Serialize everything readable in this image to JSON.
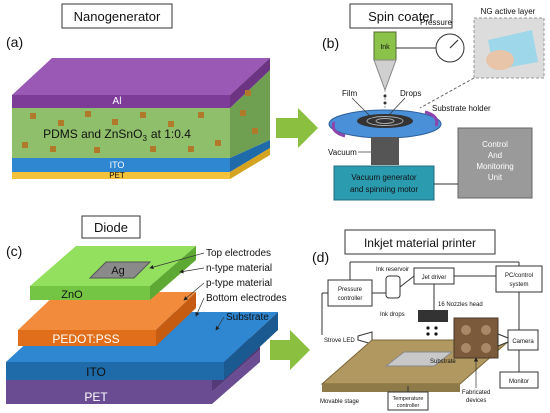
{
  "panel_a": {
    "header": "Nanogenerator",
    "tag": "(a)",
    "top_layer": "Al",
    "composite_main": "PDMS and ZnSnO",
    "composite_sub": "3",
    "composite_ratio": "at 1:0.4",
    "ito": "ITO",
    "pet": "PET"
  },
  "panel_b": {
    "header": "Spin coater",
    "tag": "(b)",
    "ink": "Ink",
    "pressure": "Pressure",
    "active_layer": "NG active layer",
    "film": "Film",
    "drops": "Drops",
    "substrate_holder": "Substrate holder",
    "vacuum": "Vacuum",
    "motor_line1": "Vacuum generator",
    "motor_line2": "and spinning motor",
    "control_line1": "Control",
    "control_line2": "And",
    "control_line3": "Monitoring",
    "control_line4": "Unit"
  },
  "panel_c": {
    "header": "Diode",
    "tag": "(c)",
    "ag": "Ag",
    "zno": "ZnO",
    "pedot": "PEDOT:PSS",
    "ito": "ITO",
    "pet": "PET",
    "labels": [
      "Top electrodes",
      "n-type material",
      "p-type material",
      "Bottom electrodes",
      "Substrate"
    ]
  },
  "panel_d": {
    "header": "Inkjet material printer",
    "tag": "(d)",
    "ink_reservoir": "Ink reservoir",
    "jet_driver": "Jet driver",
    "pc_line1": "PC/control",
    "pc_line2": "system",
    "pressure_line1": "Pressure",
    "pressure_line2": "controller",
    "nozzles": "16 Nozzles head",
    "ink_drops": "Ink drops",
    "strove_led": "Strove LED",
    "camera": "Camera",
    "substrate": "Substrate",
    "monitor": "Monitor",
    "movable_stage": "Movable stage",
    "temp_line1": "Temperature",
    "temp_line2": "controller",
    "fab_line1": "Fabricated",
    "fab_line2": "devices"
  },
  "colors": {
    "al": "#8e44ad",
    "composite": "#8fbf6a",
    "ito_blue": "#2f86d1",
    "pet_yellow": "#f2c23a",
    "arrow_green": "#8bbf3f",
    "zno_green": "#8edc5c",
    "pedot_orange": "#f07d2c",
    "substrate_purple": "#6a4c93",
    "motor_teal": "#2b9bb0"
  }
}
